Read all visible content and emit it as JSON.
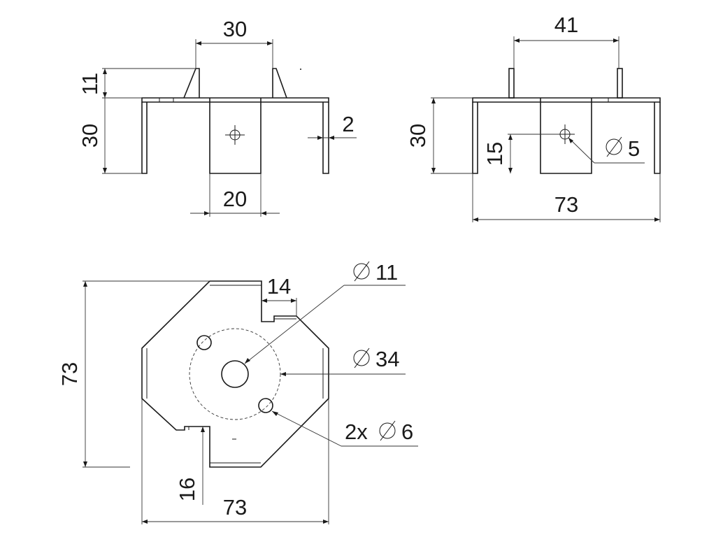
{
  "views": {
    "front": {
      "top_width": "30",
      "tab_height": "11",
      "height": "30",
      "thickness": "2",
      "center_width": "20"
    },
    "side": {
      "tab_spacing": "41",
      "height": "30",
      "hole_height": "15",
      "hole_diameter": "5",
      "width": "73"
    },
    "top": {
      "height": "73",
      "slot_width": "14",
      "center_hole": "11",
      "bolt_circle": "34",
      "holes": "2x",
      "hole_diameter": "6",
      "offset": "16",
      "width": "73"
    }
  }
}
